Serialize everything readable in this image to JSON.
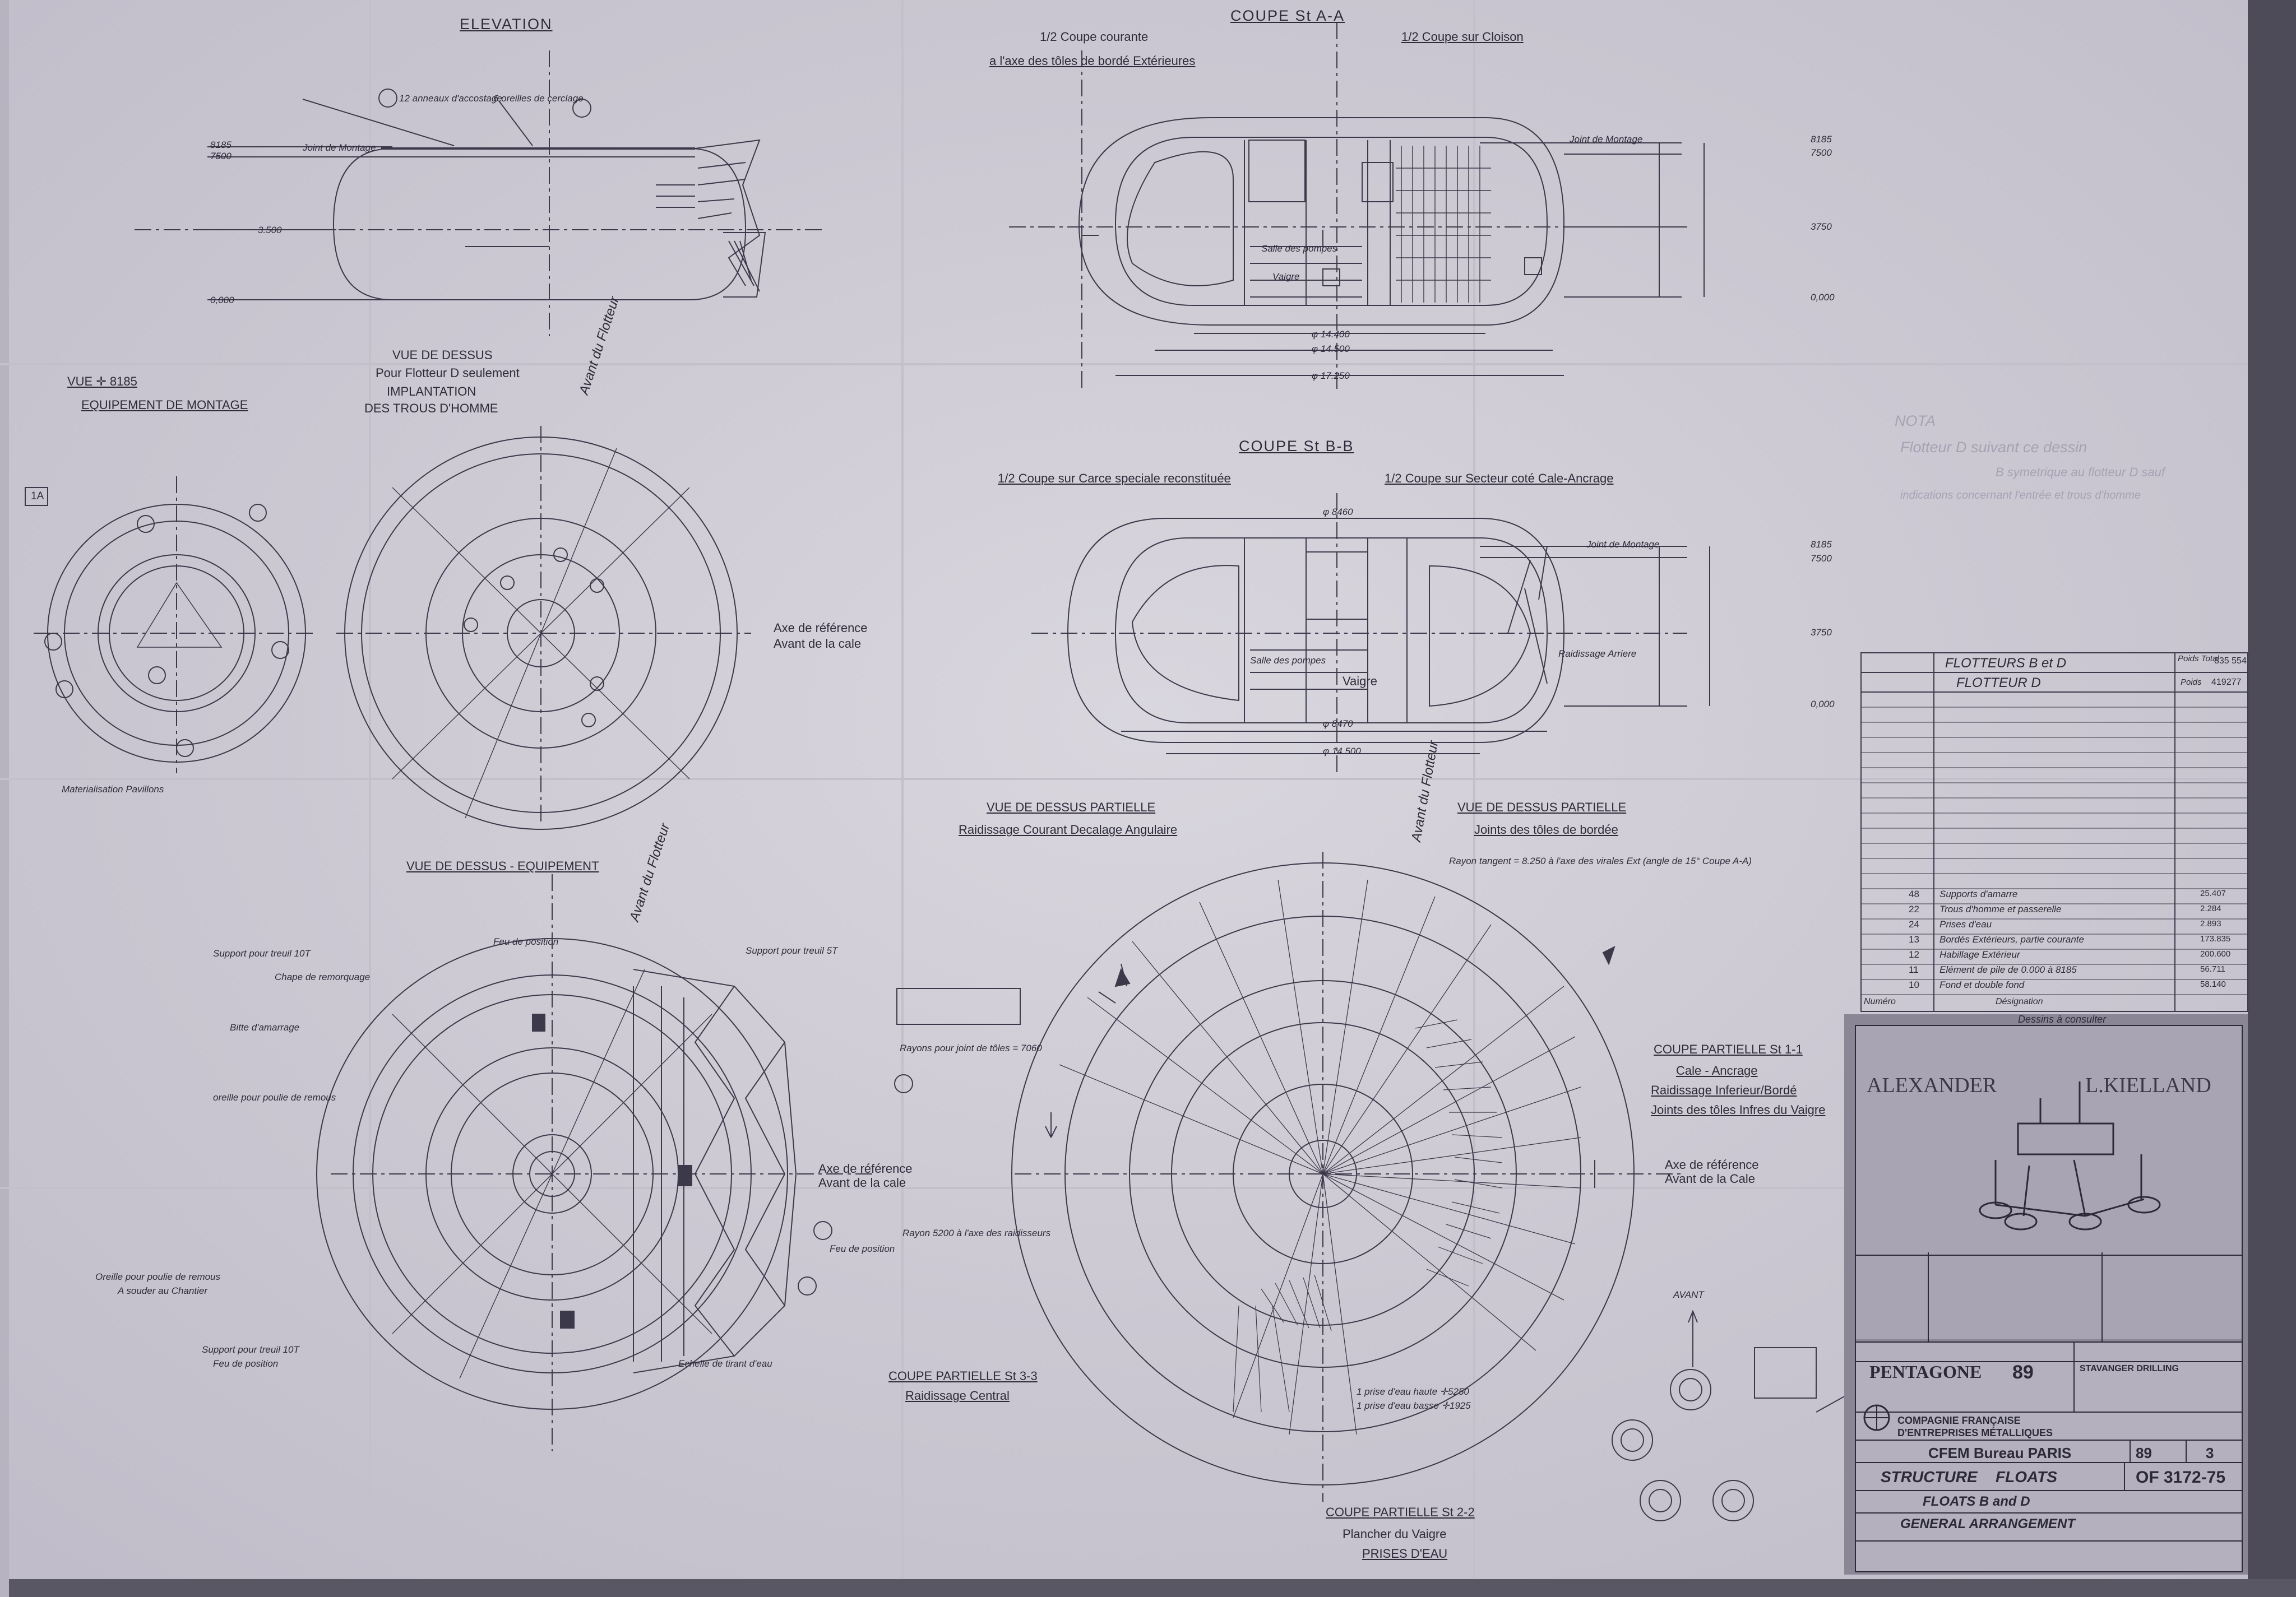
{
  "views": {
    "elevation": "ELEVATION",
    "coupe_aa": "COUPE St A-A",
    "coupe_aa_left": "1/2 Coupe courante",
    "coupe_aa_left2": "a l'axe des tôles de bordé Extérieures",
    "coupe_aa_right": "1/2 Coupe sur Cloison",
    "vue_8185": "VUE ✛ 8185",
    "equipement_montage": "EQUIPEMENT DE MONTAGE",
    "vue_dessus": "VUE DE DESSUS",
    "vue_dessus_sub": "Pour Flotteur D seulement",
    "implantation": "IMPLANTATION",
    "trous_homme": "DES TROUS D'HOMME",
    "coupe_bb": "COUPE St B-B",
    "coupe_bb_left": "1/2 Coupe sur Carce speciale reconstituée",
    "coupe_bb_right": "1/2 Coupe sur Secteur coté Cale-Ancrage",
    "vue_equipement": "VUE DE DESSUS - EQUIPEMENT",
    "vue_partielle_1": "VUE DE DESSUS PARTIELLE",
    "vue_partielle_1_sub": "Raidissage Courant    Decalage Angulaire",
    "vue_partielle_2": "VUE DE DESSUS PARTIELLE",
    "vue_partielle_2_sub": "Joints des tôles de bordée",
    "coupe_11": "COUPE PARTIELLE St 1-1",
    "coupe_11_a": "Cale - Ancrage",
    "coupe_11_b": "Raidissage Inferieur/Bordé",
    "coupe_11_c": "Joints des tôles Infres du Vaigre",
    "coupe_33": "COUPE PARTIELLE St 3-3",
    "coupe_33_sub": "Raidissage Central",
    "coupe_22": "COUPE PARTIELLE St 2-2",
    "coupe_22_a": "Plancher du Vaigre",
    "coupe_22_b": "PRISES D'EAU"
  },
  "annotations": {
    "joint_montage": "Joint de Montage",
    "e8185": "8185",
    "e7500": "7500",
    "e3500": "3.500",
    "e0000": "0,000",
    "e3750": "3750",
    "phi_8460": "φ 8460",
    "phi_14400": "φ 14.400",
    "phi_14500": "φ 14.500",
    "phi_17250": "φ 17.250",
    "phi_14500b": "φ 14.500",
    "phi_8470": "φ 8470",
    "salle_pompes": "Salle des pompes",
    "vaigre": "Vaigre",
    "axe_ref": "Axe de référence",
    "avant_cale": "Avant de la cale",
    "axe_ref2": "Axe de référence",
    "avant_cale2": "Avant de la cale",
    "axe_ref3": "Axe de référence",
    "avant_cale3": "Avant de la Cale",
    "avant_flotteur": "Avant du Flotteur",
    "avant": "AVANT",
    "raidissage_arriere": "Raidissage Arriere",
    "support_treuil": "Support pour treuil 10T",
    "chape": "Chape de remorquage",
    "bitte": "Bitte d'amarrage",
    "oreille": "oreille pour poulie de remous",
    "feu": "Feu de position",
    "echelle": "Echelle de tirant d'eau",
    "support_5t": "Support pour treuil 5T",
    "oreille2": "Oreille pour poulie de remous",
    "a_souder": "A souder au Chantier",
    "feu2": "Feu de position",
    "materialisation": "Materialisation Pavillons",
    "anneaux": "12 anneaux d'accostage",
    "oreilles": "6 oreilles de cerclage",
    "prise_haute": "1 prise d'eau haute ✛5250",
    "prise_basse": "1 prise d'eau basse ✛1925",
    "rayon_tangent": "Rayon tangent = 8.250 à l'axe des virales Ext (angle de 15° Coupe A-A)",
    "rayons": "Rayons pour joint de tôles = 7060",
    "rayon2": "Rayon 5200 à l'axe des raidisseurs"
  },
  "nota": {
    "title": "NOTA",
    "line1": "Flotteur D suivant ce dessin",
    "line2": "B symetrique au flotteur D sauf",
    "line3": "indications concernant l'entrée et trous d'homme"
  },
  "weights_table": {
    "row1_label": "FLOTTEURS B et D",
    "row1_col": "Poids Total",
    "row1_val": "835 554",
    "row2_label": "FLOTTEUR D",
    "row2_col": "Poids",
    "row2_val": "419277",
    "items": [
      {
        "num": "48",
        "designation": "Supports d'amarre",
        "poids": "25.407"
      },
      {
        "num": "22",
        "designation": "Trous d'homme et passerelle",
        "poids": "2.284"
      },
      {
        "num": "24",
        "designation": "Prises d'eau",
        "poids": "2.893"
      },
      {
        "num": "13",
        "designation": "Bordés Extérieurs, partie courante",
        "poids": "173.835"
      },
      {
        "num": "12",
        "designation": "Habillage Extérieur",
        "poids": "200.600"
      },
      {
        "num": "11",
        "designation": "Elément de pile de 0.000 à 8185",
        "poids": "56.711"
      },
      {
        "num": "10",
        "designation": "Fond et double fond",
        "poids": "58.140"
      }
    ],
    "header_num": "Numéro",
    "header_des": "Désignation",
    "dessins": "Dessins à consulter"
  },
  "title_block": {
    "project_left": "ALEXANDER",
    "project_right": "L.KIELLAND",
    "rig_name": "PENTAGONE",
    "rig_no": "89",
    "company": "COMPAGNIE FRANÇAISE D'ENTREPRISES MÉTALLIQUES",
    "owner": "STAVANGER DRILLING",
    "cfem": "CFEM Bureau PARIS",
    "sheet_no": "89",
    "sheet_idx": "3",
    "structure": "STRUCTURE",
    "floats": "FLOATS",
    "drawing_no": "OF 3172-75",
    "title1": "FLOATS B and D",
    "title2": "GENERAL ARRANGEMENT"
  }
}
